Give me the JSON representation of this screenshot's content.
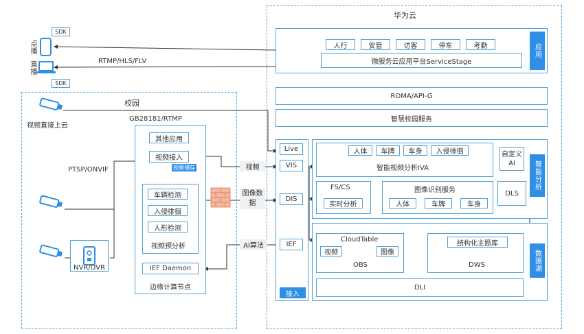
{
  "huawei_cloud": {
    "title": "华为云",
    "app_chips": [
      "人行",
      "安管",
      "访客",
      "停车",
      "考勤"
    ],
    "servicestage": "微服务云应用平台ServiceStage",
    "app_side": "应用",
    "roma": "ROMA/API-G",
    "campus_service": "智慧校园服务",
    "live": "Live",
    "vis": "VIS",
    "dis": "DIS",
    "ief": "IEF",
    "access": "接入",
    "iva_chips": [
      "人体",
      "车牌",
      "车身",
      "入侵徘徊"
    ],
    "iva_label": "智能视频分析IVA",
    "custom_ai": "自定义AI",
    "smart_side": "智能分析",
    "fscs": "FS/CS",
    "realtime": "实时分析",
    "img_service": "图像识别服务",
    "img_chips": [
      "人体",
      "车牌",
      "车身"
    ],
    "dls": "DLS",
    "cloudtable": "CloudTable",
    "obs_video": "视频",
    "obs_image": "图像",
    "obs": "OBS",
    "struct_lib": "结构化主题库",
    "dws": "DWS",
    "lake_side": "数据湖",
    "dli": "DLI"
  },
  "campus": {
    "title": "校园",
    "gb": "GB28181/RTMP",
    "other_apps": "其他应用",
    "video_access": "视频接入",
    "video_store": "视频储存",
    "vehicle_detect": "车辆检测",
    "intrusion": "入侵徘徊",
    "human_detect": "人形检测",
    "preanalysis": "视频预分析",
    "ief_daemon": "IEF Daemon",
    "edge_node": "边缘计算节点",
    "rtsp": "PTSP/ONVIF",
    "nvr": "NVR/DVR",
    "cam_direct": "视频直接上云"
  },
  "clients": {
    "sdk1": "SDK",
    "sdk2": "SDK",
    "vod": "点播",
    "live": "直播",
    "protocols": "RTMP/HLS/FLV"
  },
  "links": {
    "video": "视频",
    "image_data": "图像数据",
    "ai_algo": "AI算法"
  }
}
